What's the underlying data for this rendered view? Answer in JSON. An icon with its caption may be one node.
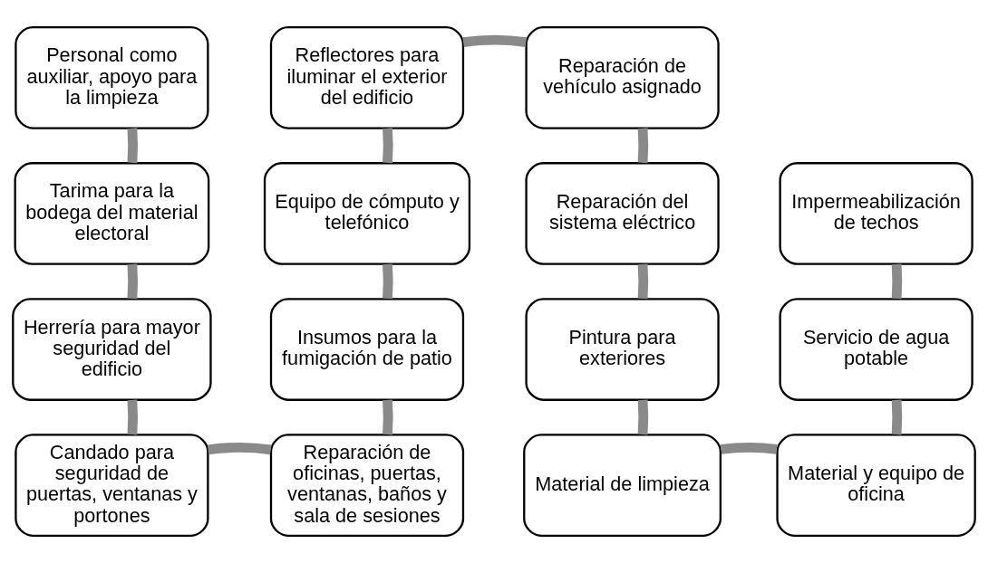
{
  "diagram": {
    "nodes": [
      {
        "text": [
          "Personal como auxiliar, apoyo para la limpieza"
        ]
      },
      {
        "text": [
          "Tarima para la bodega del material electoral"
        ]
      },
      {
        "text": [
          "Herrería para mayor seguridad del edificio"
        ]
      },
      {
        "text": [
          "Candado para seguridad de puertas, ventanas y portones"
        ]
      },
      {
        "text": [
          "Reflectores para iluminar el exterior del edificio"
        ]
      },
      {
        "text": [
          "Equipo de cómputo y telefónico"
        ]
      },
      {
        "text": [
          "Insumos para la fumigación de patio"
        ]
      },
      {
        "text": [
          "Reparación de oficinas, puertas, ventanas, baños y sala de sesiones"
        ]
      },
      {
        "text": [
          "Reparación de vehículo asignado"
        ]
      },
      {
        "text": [
          "Reparación del sistema eléctrico"
        ]
      },
      {
        "text": [
          "Pintura para exteriores"
        ]
      },
      {
        "text": [
          "Material de limpieza"
        ]
      },
      {
        "text": [
          "Impermeabilización de techos"
        ]
      },
      {
        "text": [
          "Servicio de agua potable"
        ]
      },
      {
        "text": [
          "Material y equipo de oficina"
        ]
      }
    ],
    "edges": [
      {
        "from": 0,
        "to": 1,
        "arrow": "none"
      },
      {
        "from": 1,
        "to": 2,
        "arrow": "none"
      },
      {
        "from": 2,
        "to": 3,
        "arrow": "none"
      },
      {
        "from": 3,
        "to": 7,
        "arrow": "none"
      },
      {
        "from": 7,
        "to": 6,
        "arrow": "none"
      },
      {
        "from": 6,
        "to": 5,
        "arrow": "none"
      },
      {
        "from": 5,
        "to": 4,
        "arrow": "none"
      },
      {
        "from": 4,
        "to": 8,
        "arrow": "none"
      },
      {
        "from": 8,
        "to": 9,
        "arrow": "none"
      },
      {
        "from": 9,
        "to": 10,
        "arrow": "none"
      },
      {
        "from": 10,
        "to": 11,
        "arrow": "none"
      },
      {
        "from": 11,
        "to": 14,
        "arrow": "none"
      },
      {
        "from": 14,
        "to": 13,
        "arrow": "none"
      },
      {
        "from": 13,
        "to": 12,
        "arrow": "none"
      }
    ]
  }
}
